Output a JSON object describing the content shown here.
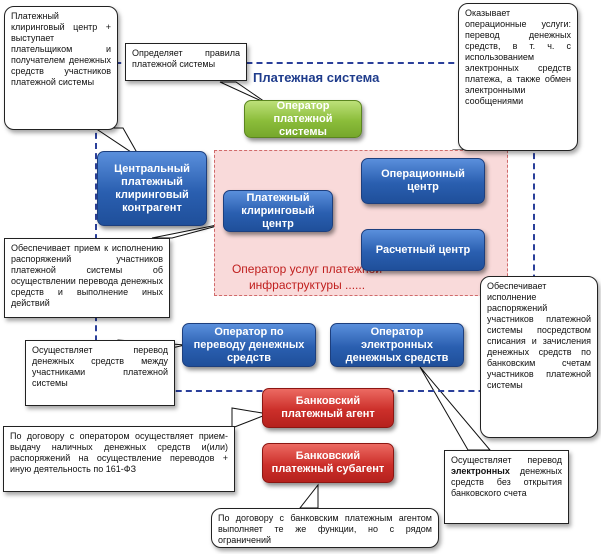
{
  "title": "Платежная система",
  "opu_label": "Оператор услуг платежной инфраструктуры",
  "opu_dots": "......",
  "nodes": {
    "operator_ps": "Оператор платежной системы",
    "ccp": "Центральный платежный клиринговый контрагент",
    "clearing": "Платежный клиринговый центр",
    "operational": "Операционный центр",
    "settlement": "Расчетный центр",
    "money_transfer": "Оператор по переводу денежных средств",
    "emoney": "Оператор электронных денежных средств",
    "bank_agent": "Банковский платежный агент",
    "bank_subagent": "Банковский платежный субагент"
  },
  "callouts": {
    "ccp_desc": "Платежный клиринговый центр + выступает плательщиком и получателем денежных средств участников платежной системы",
    "operator_desc": "Определяет правила платежной системы",
    "operational_desc": "Оказывает операционные услуги: перевод денежных средств, в т. ч. с использованием электронных средств платежа, а также обмен электронными сообщениями",
    "clearing_desc": "Обеспечивает прием к исполнению распоряжений участников платежной системы об осуществлении перевода денежных средств и выполнение иных действий",
    "settlement_desc": "Обеспечивает исполнение распоряжений участников платежной системы посредством списания и зачисления денежных средств по банковским счетам участников платежной системы",
    "money_transfer_desc": "Осуществляет перевод денежных средств между участниками платежной системы",
    "agent_desc": "По договору с оператором осуществляет прием-выдачу наличных денежных средств и(или) распоряжений на осуществление переводов + иную деятельность по 161-ФЗ",
    "emoney_desc_1": "Осуществляет перевод",
    "emoney_desc_bold": "электронных",
    "emoney_desc_2": "денежных средств без открытия банковского счета",
    "subagent_desc": "По договору с банковским платежным агентом выполняет те же функции, но с рядом ограничений"
  }
}
